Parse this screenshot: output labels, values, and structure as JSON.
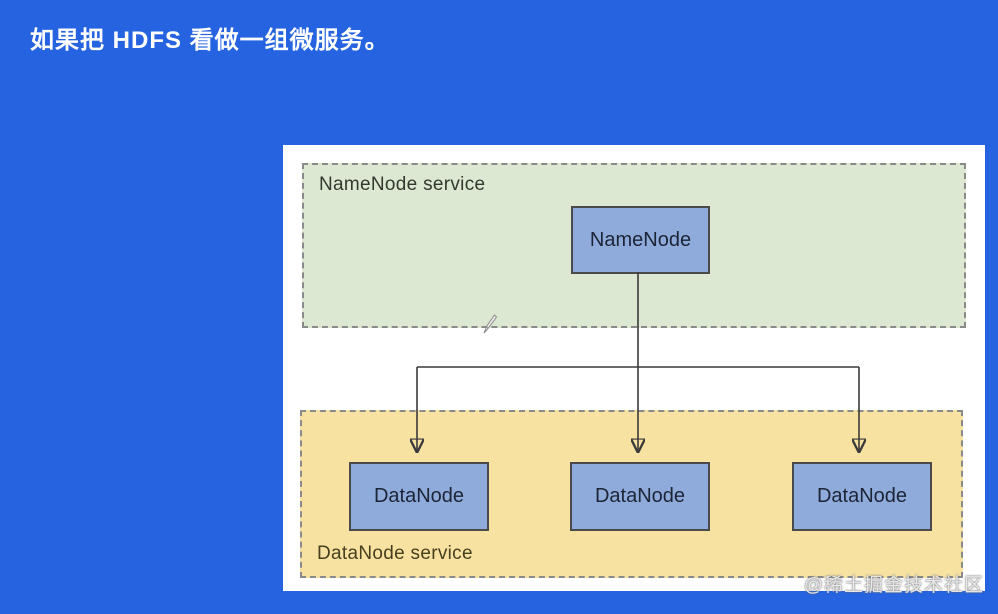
{
  "page": {
    "title": "如果把 HDFS 看做一组微服务。",
    "watermark": "@稀土掘金技术社区"
  },
  "colors": {
    "background": "#2563e0",
    "panel": "#ffffff",
    "namenode_zone_fill": "#dde8d2",
    "datanode_zone_fill": "#f8e2a2",
    "node_fill": "#8fabdb",
    "node_border": "#4a4a4a",
    "connector": "#3a3a3a"
  },
  "diagram": {
    "namenode_zone": {
      "label": "NameNode service",
      "nodes": [
        {
          "label": "NameNode"
        }
      ]
    },
    "datanode_zone": {
      "label": "DataNode service",
      "nodes": [
        {
          "label": "DataNode"
        },
        {
          "label": "DataNode"
        },
        {
          "label": "DataNode"
        }
      ]
    }
  }
}
